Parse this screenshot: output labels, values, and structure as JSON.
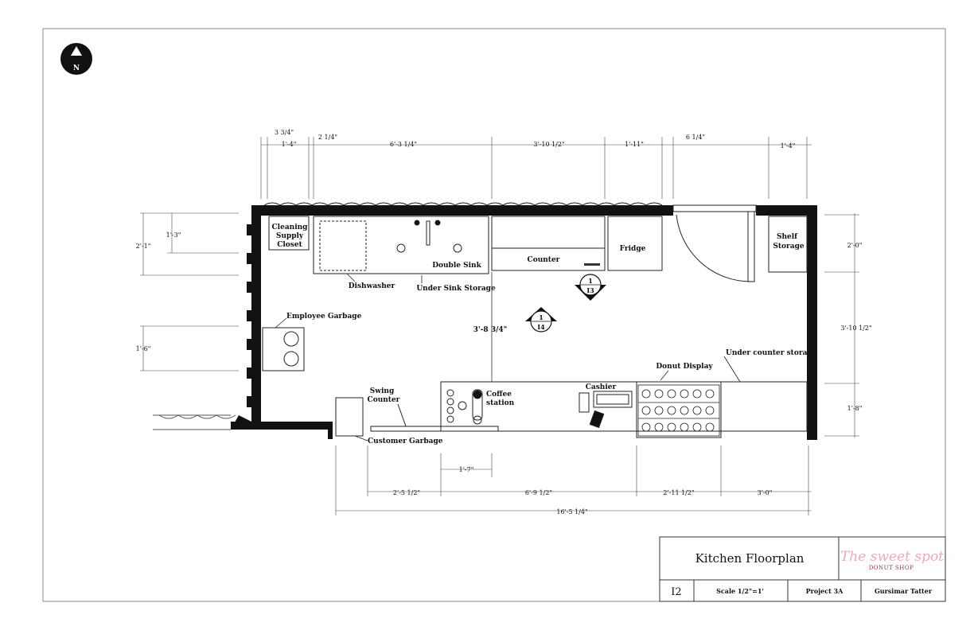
{
  "north_label": "N",
  "room_labels": {
    "cleaning_closet": [
      "Cleaning",
      "Supply",
      "Closet"
    ],
    "dishwasher": "Dishwasher",
    "under_sink_storage": "Under Sink Storage",
    "double_sink": "Double Sink",
    "counter": "Counter",
    "fridge": "Fridge",
    "shelf_storage": [
      "Shelf",
      "Storage"
    ],
    "employee_garbage": "Employee Garbage",
    "swing_counter": [
      "Swing",
      "Counter"
    ],
    "customer_garbage": "Customer Garbage",
    "coffee_station": [
      "Coffee",
      "station"
    ],
    "cashier": "Cashier",
    "donut_display": "Donut Display",
    "under_counter_storage": "Under counter storage"
  },
  "dimensions": {
    "top": [
      "3 3/4\"",
      "1'-4\"",
      "2 1/4\"",
      "6'-3 1/4\"",
      "3'-10 1/2\"",
      "1'-11\"",
      "6 1/4\"",
      "1'-4\""
    ],
    "left": [
      "2'-1\"",
      "1'-3\"",
      "1'-6\""
    ],
    "right": [
      "2'-0\"",
      "3'-10 1/2\"",
      "1'-8\""
    ],
    "center_vertical": "3'-8 3/4\"",
    "bottom": [
      "1'-7\"",
      "2'-5 1/2\"",
      "6'-9 1/2\"",
      "2'-11 1/2\"",
      "3'-0\"",
      "16'-5 1/4\""
    ]
  },
  "section_markers": [
    {
      "top": "1",
      "bottom": "I3"
    },
    {
      "top": "1",
      "bottom": "I4"
    }
  ],
  "title_block": {
    "title": "Kitchen Floorplan",
    "sheet": "I2",
    "scale": "Scale 1/2\"=1'",
    "project": "Project 3A",
    "author": "Gursimar Tatter",
    "logo_main": "The sweet spot",
    "logo_sub": "DONUT SHOP"
  }
}
